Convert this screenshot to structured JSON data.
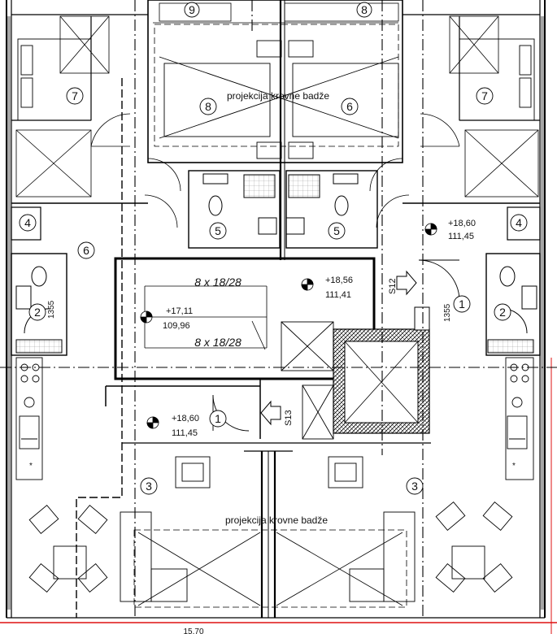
{
  "rooms": {
    "r9_top": "9",
    "r8_top": "8",
    "r7_left": "7",
    "r8_mid": "8",
    "r6_mid": "6",
    "r7_right": "7",
    "r4_left": "4",
    "r4_right": "4",
    "r6_left": "6",
    "r5_left": "5",
    "r5_right": "5",
    "r2_left": "2",
    "r2_right": "2",
    "r1_right": "1",
    "r1_stair": "1",
    "r3_left": "3",
    "r3_right": "3"
  },
  "labels": {
    "roof_projection_top": "projekcija krovne badže",
    "roof_projection_bottom": "projekcija krovne badže",
    "stair_upper": "8 x 18/28",
    "stair_lower": "8 x 18/28",
    "shaft_s12": "S12",
    "shaft_s13": "S13",
    "dim_left": "1355",
    "dim_right": "1355",
    "bottom_dim": "15,70"
  },
  "levels": {
    "landing_a": "+18,56",
    "landing_a_abs": "111,41",
    "stair_mid": "+17,11",
    "stair_mid_abs": "109,96",
    "corridor_right": "+18,60",
    "corridor_right_abs": "111,45",
    "corridor_left": "+18,60",
    "corridor_left_abs": "111,45"
  }
}
